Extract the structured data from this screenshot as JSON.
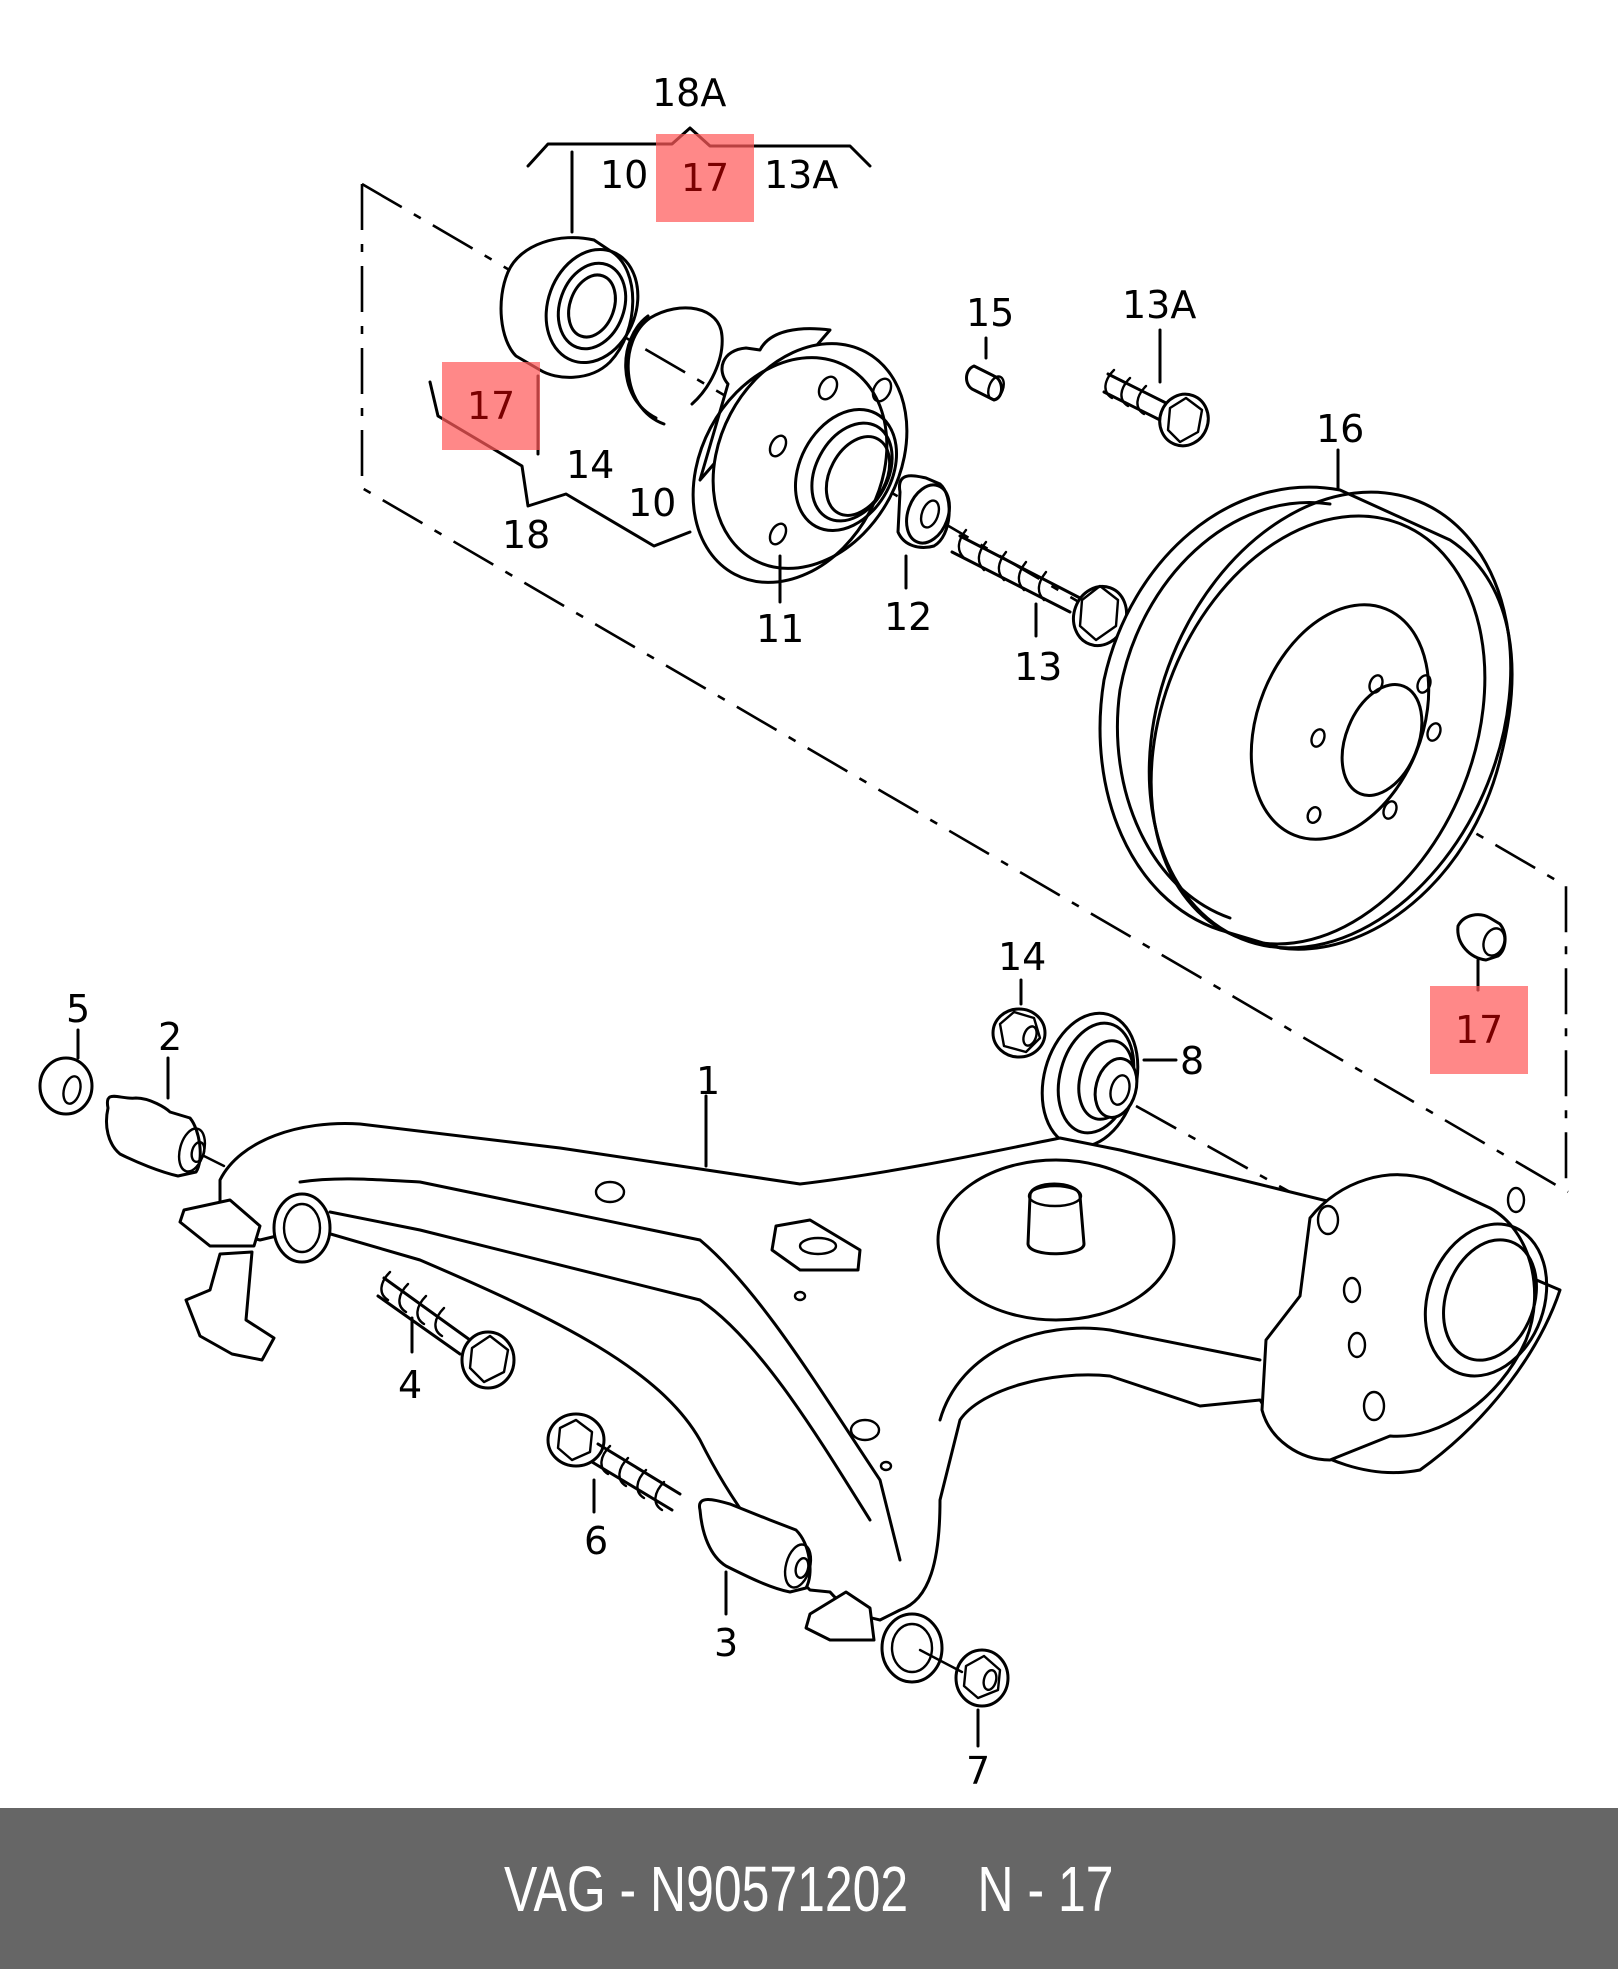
{
  "diagram": {
    "title": "Rear axle – wheel hub, bearing and brake drum (exploded view)",
    "callouts": [
      {
        "id": "18A",
        "label": "18A"
      },
      {
        "id": "10-top",
        "label": "10"
      },
      {
        "id": "13A-top",
        "label": "13A"
      },
      {
        "id": "15",
        "label": "15"
      },
      {
        "id": "13A",
        "label": "13A"
      },
      {
        "id": "16",
        "label": "16"
      },
      {
        "id": "14-top",
        "label": "14"
      },
      {
        "id": "10-mid",
        "label": "10"
      },
      {
        "id": "18",
        "label": "18"
      },
      {
        "id": "11",
        "label": "11"
      },
      {
        "id": "12",
        "label": "12"
      },
      {
        "id": "13",
        "label": "13"
      },
      {
        "id": "14-low",
        "label": "14"
      },
      {
        "id": "8",
        "label": "8"
      },
      {
        "id": "5",
        "label": "5"
      },
      {
        "id": "2",
        "label": "2"
      },
      {
        "id": "1",
        "label": "1"
      },
      {
        "id": "4",
        "label": "4"
      },
      {
        "id": "6",
        "label": "6"
      },
      {
        "id": "3",
        "label": "3"
      },
      {
        "id": "7",
        "label": "7"
      }
    ],
    "highlighted": [
      {
        "id": "17-group",
        "label": "17"
      },
      {
        "id": "17-bearing",
        "label": "17"
      },
      {
        "id": "17-screw",
        "label": "17"
      }
    ],
    "highlight_color": "#ff8080"
  },
  "footer": {
    "text": "VAG - N90571202     N - 17",
    "brand": "VAG",
    "part_number": "N90571202",
    "position": "N - 17",
    "background": "#666666"
  }
}
